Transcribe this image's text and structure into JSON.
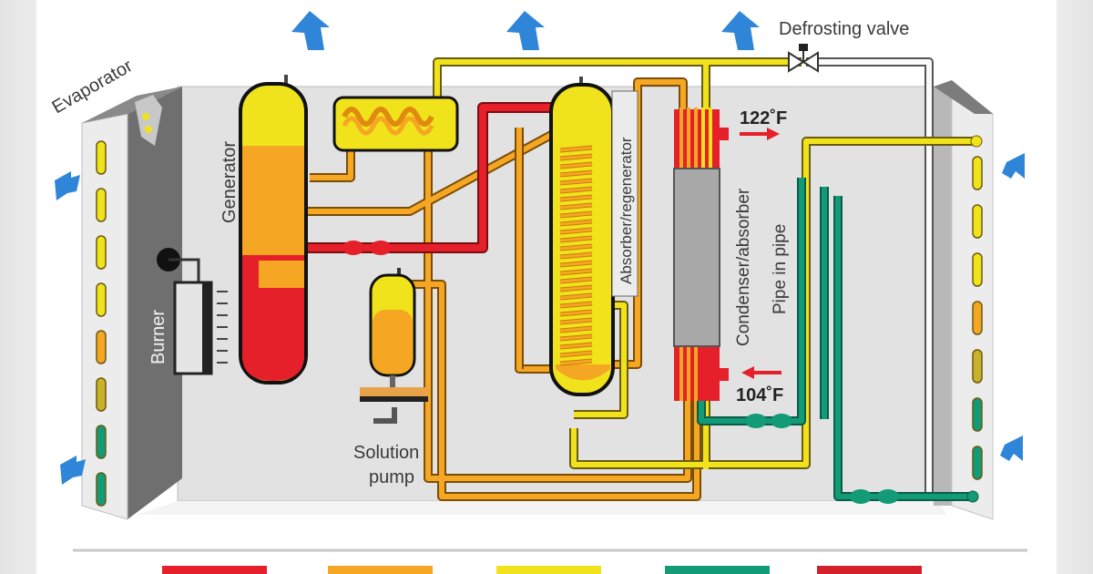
{
  "diagram": {
    "title": "Gas absorption heat pump schematic",
    "labels": {
      "evaporator_left": "Evaporator",
      "generator": "Generator",
      "burner": "Burner",
      "solution_pump_line1": "Solution",
      "solution_pump_line2": "pump",
      "absorber_regenerator": "Absorber/regenerator",
      "condenser_absorber": "Condenser/absorber",
      "pipe_in_pipe": "Pipe in pipe",
      "defrosting_valve": "Defrosting valve",
      "temp_out": "122˚F",
      "temp_in": "104˚F"
    },
    "colors": {
      "hot_solution": "#e5202a",
      "medium_solution": "#f5a623",
      "refrigerant_vapor": "#f0e31c",
      "water_loop": "#139a76",
      "flow_arrow": "#e5202a",
      "air_arrow": "#2f86d8",
      "panel": "#e3e3e3",
      "evaporator_dark": "#6d6d6d"
    },
    "legend": {
      "swatches": [
        {
          "color": "#e5202a"
        },
        {
          "color": "#f5a623"
        },
        {
          "color": "#f0e31c"
        },
        {
          "color": "#139a76"
        },
        {
          "color": "#d4202a"
        }
      ]
    },
    "evaporator_slots_left": [
      "#f0e31c",
      "#f0e31c",
      "#f0e31c",
      "#f0e31c",
      "#f5a623",
      "#c9b12a",
      "#139a76",
      "#139a76"
    ],
    "evaporator_slots_right": [
      "#f0e31c",
      "#f0e31c",
      "#f0e31c",
      "#f5a623",
      "#c9b12a",
      "#139a76",
      "#139a76"
    ]
  }
}
